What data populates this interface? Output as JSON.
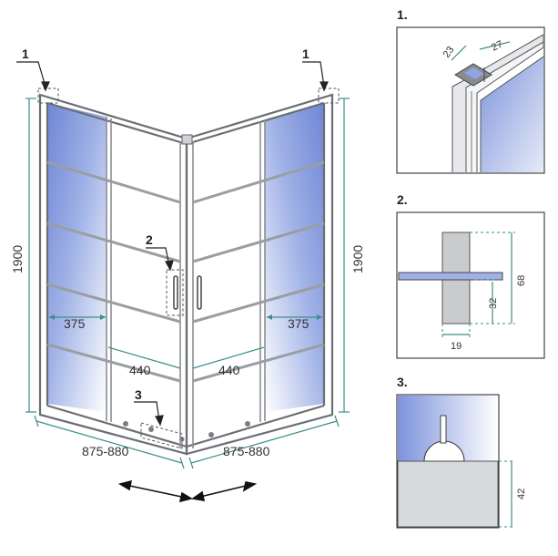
{
  "callouts": {
    "main_left": "1",
    "main_right": "1",
    "main_handle": "2",
    "main_bottom": "3",
    "detail_1": "1.",
    "detail_2": "2.",
    "detail_3": "3."
  },
  "dimensions": {
    "height_left": "1900",
    "height_right": "1900",
    "fixed_panel_left": "375",
    "fixed_panel_right": "375",
    "entry_left": "440",
    "entry_right": "440",
    "width_left": "875-880",
    "width_right": "875-880"
  },
  "detail_1_dims": {
    "profile_a": "23",
    "profile_b": "27"
  },
  "detail_2_dims": {
    "handle_height": "68",
    "handle_lower": "32",
    "handle_depth": "19"
  },
  "detail_3_dims": {
    "threshold_height": "42"
  },
  "colors": {
    "glass_blue": "#7e93d8",
    "frame_gray": "#6b6f73",
    "dimension_teal": "#3b8f8a"
  }
}
